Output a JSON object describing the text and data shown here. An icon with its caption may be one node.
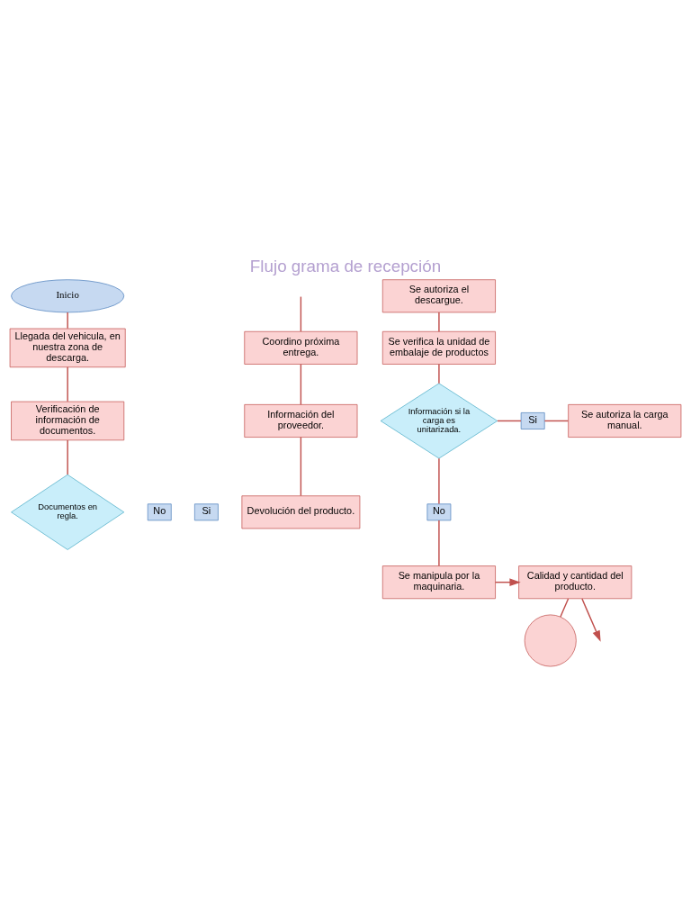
{
  "diagram": {
    "title": "Flujo grama de recepción",
    "nodes": [
      {
        "text": [
          "Inicio"
        ]
      },
      {
        "text": [
          "Llegada del vehicula, en nuestra zona de descarga."
        ]
      },
      {
        "text": [
          "Verificación de información de documentos."
        ]
      },
      {
        "text": [
          "Documentos en regla."
        ]
      },
      {
        "text": [
          "No"
        ]
      },
      {
        "text": [
          "Si"
        ]
      },
      {
        "text": [
          "Coordino próxima entrega."
        ]
      },
      {
        "text": [
          "Información del proveedor."
        ]
      },
      {
        "text": [
          "Devolución del producto."
        ]
      },
      {
        "text": [
          "Se autoriza el descargue."
        ]
      },
      {
        "text": [
          "Se verifica la unidad de embalaje de productos"
        ]
      },
      {
        "text": [
          "Información si la carga es unitarizada."
        ]
      },
      {
        "text": [
          "Si"
        ]
      },
      {
        "text": [
          "Se autoriza la carga manual."
        ]
      },
      {
        "text": [
          "No"
        ]
      },
      {
        "text": [
          "Se manipula por la maquinaria."
        ]
      },
      {
        "text": [
          "Calidad y cantidad del producto."
        ]
      },
      {
        "text": [],
        "shape": "circle"
      }
    ],
    "edges": [
      {
        "from": 0,
        "to": 1,
        "arrow": "none"
      },
      {
        "from": 1,
        "to": 2,
        "arrow": "none"
      },
      {
        "from": 2,
        "to": 3,
        "arrow": "none"
      },
      {
        "from": null,
        "to": 6,
        "arrow": "none"
      },
      {
        "from": 6,
        "to": 7,
        "arrow": "none"
      },
      {
        "from": 7,
        "to": 8,
        "arrow": "none"
      },
      {
        "from": 9,
        "to": 10,
        "arrow": "none"
      },
      {
        "from": 10,
        "to": 11,
        "arrow": "none"
      },
      {
        "from": 11,
        "to": 12,
        "arrow": "none"
      },
      {
        "from": 12,
        "to": 13,
        "arrow": "none"
      },
      {
        "from": 11,
        "to": 14,
        "arrow": "none"
      },
      {
        "from": 14,
        "to": 15,
        "arrow": "none"
      },
      {
        "from": 15,
        "to": 16,
        "arrow": "to"
      },
      {
        "from": 16,
        "to": null,
        "arrow": "to"
      },
      {
        "from": 16,
        "to": 17,
        "arrow": "none"
      }
    ]
  }
}
